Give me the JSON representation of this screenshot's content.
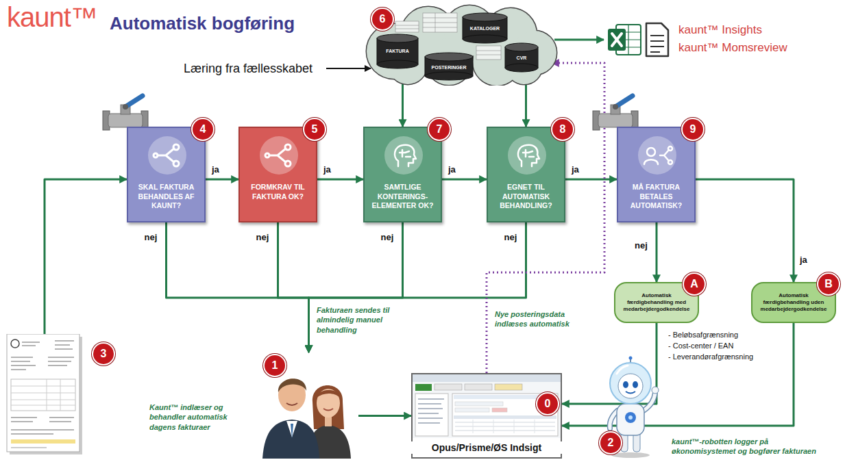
{
  "diagram": {
    "title": "Automatisk bogføring",
    "nodes": [
      {
        "text": [
          "6",
          "FAKTURA",
          "KATALOGER",
          "CVR",
          "POSTERINGER"
        ]
      },
      {
        "text": [
          "kaunt™ Insights",
          "kaunt™ Momsreview"
        ]
      },
      {
        "text": [
          "4",
          "SKAL FAKTURA BEHANDLES AF KAUNT?"
        ]
      },
      {
        "text": [
          "5",
          "FORMKRAV TIL FAKTURA OK?"
        ]
      },
      {
        "text": [
          "7",
          "SAMTLIGE KONTERINGS- ELEMENTER OK?"
        ]
      },
      {
        "text": [
          "8",
          "EGNET TIL AUTOMATISK BEHANDLING?"
        ]
      },
      {
        "text": [
          "9",
          "MÅ FAKTURA BETALES AUTOMATISK?"
        ]
      },
      {
        "text": [
          "A",
          "Automatisk færdigbehandling med medarbejdergodkendelse"
        ]
      },
      {
        "text": [
          "B",
          "Automatisk færdigbehandling uden medarbejdergodkendelse"
        ]
      },
      {
        "text": [
          "3",
          "Kaunt™ indlæser og behandler automatisk dagens fakturaer"
        ]
      },
      {
        "text": [
          "1"
        ]
      },
      {
        "text": [
          "0",
          "Opus/Prisme/ØS Indsigt"
        ]
      },
      {
        "text": [
          "2",
          "kaunt™-robotten logger på økonomisystemet og bogfører fakturaen"
        ]
      }
    ],
    "edges": [
      {
        "from": 0,
        "to": 1,
        "arrow": "to"
      },
      {
        "from": 0,
        "to": 4,
        "arrow": "to"
      },
      {
        "from": 0,
        "to": 5,
        "arrow": "to"
      },
      {
        "from": 9,
        "to": 2,
        "arrow": "to"
      },
      {
        "from": 2,
        "to": 3,
        "label": "ja",
        "arrow": "to"
      },
      {
        "from": 3,
        "to": 4,
        "label": "ja",
        "arrow": "to"
      },
      {
        "from": 4,
        "to": 5,
        "label": "ja",
        "arrow": "to"
      },
      {
        "from": 5,
        "to": 6,
        "label": "ja",
        "arrow": "to"
      },
      {
        "from": 2,
        "to": 10,
        "label": "nej",
        "arrow": "to"
      },
      {
        "from": 3,
        "to": 10,
        "label": "nej",
        "arrow": "to"
      },
      {
        "from": 4,
        "to": 10,
        "label": "nej",
        "arrow": "to"
      },
      {
        "from": 5,
        "to": 10,
        "label": "nej",
        "arrow": "to"
      },
      {
        "from": 6,
        "to": 7,
        "label": "nej",
        "arrow": "to"
      },
      {
        "from": 6,
        "to": 8,
        "label": "ja",
        "arrow": "to"
      },
      {
        "from": 10,
        "to": 11,
        "arrow": "to"
      },
      {
        "from": 7,
        "to": 11,
        "arrow": "to"
      },
      {
        "from": 8,
        "to": 11,
        "arrow": "to"
      },
      {
        "from": 11,
        "to": 0,
        "label": "Nye posteringsdata indlæses automatisk",
        "arrow": "to"
      }
    ],
    "labels": [
      "kaunt™",
      "Læring fra fællesskabet",
      "Fakturaen sendes til almindelig manuel behandling",
      "- Beløbsafgrænsning",
      "- Cost-center / EAN",
      "- Leverandørafgrænsning"
    ]
  }
}
